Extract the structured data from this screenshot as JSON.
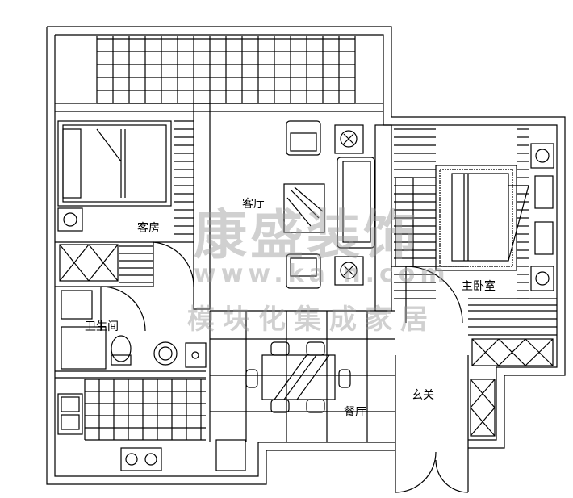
{
  "rooms": {
    "guest_room": "客房",
    "living_room": "客厅",
    "master_bedroom": "主卧室",
    "bathroom": "卫生间",
    "foyer": "玄关",
    "dining_room": "餐厅"
  },
  "watermark": {
    "brand": "康盛装饰",
    "url": "www.ka    n.com",
    "slogan": "模块化集成家居"
  },
  "colors": {
    "line": "#000000",
    "watermark": "#969696"
  }
}
